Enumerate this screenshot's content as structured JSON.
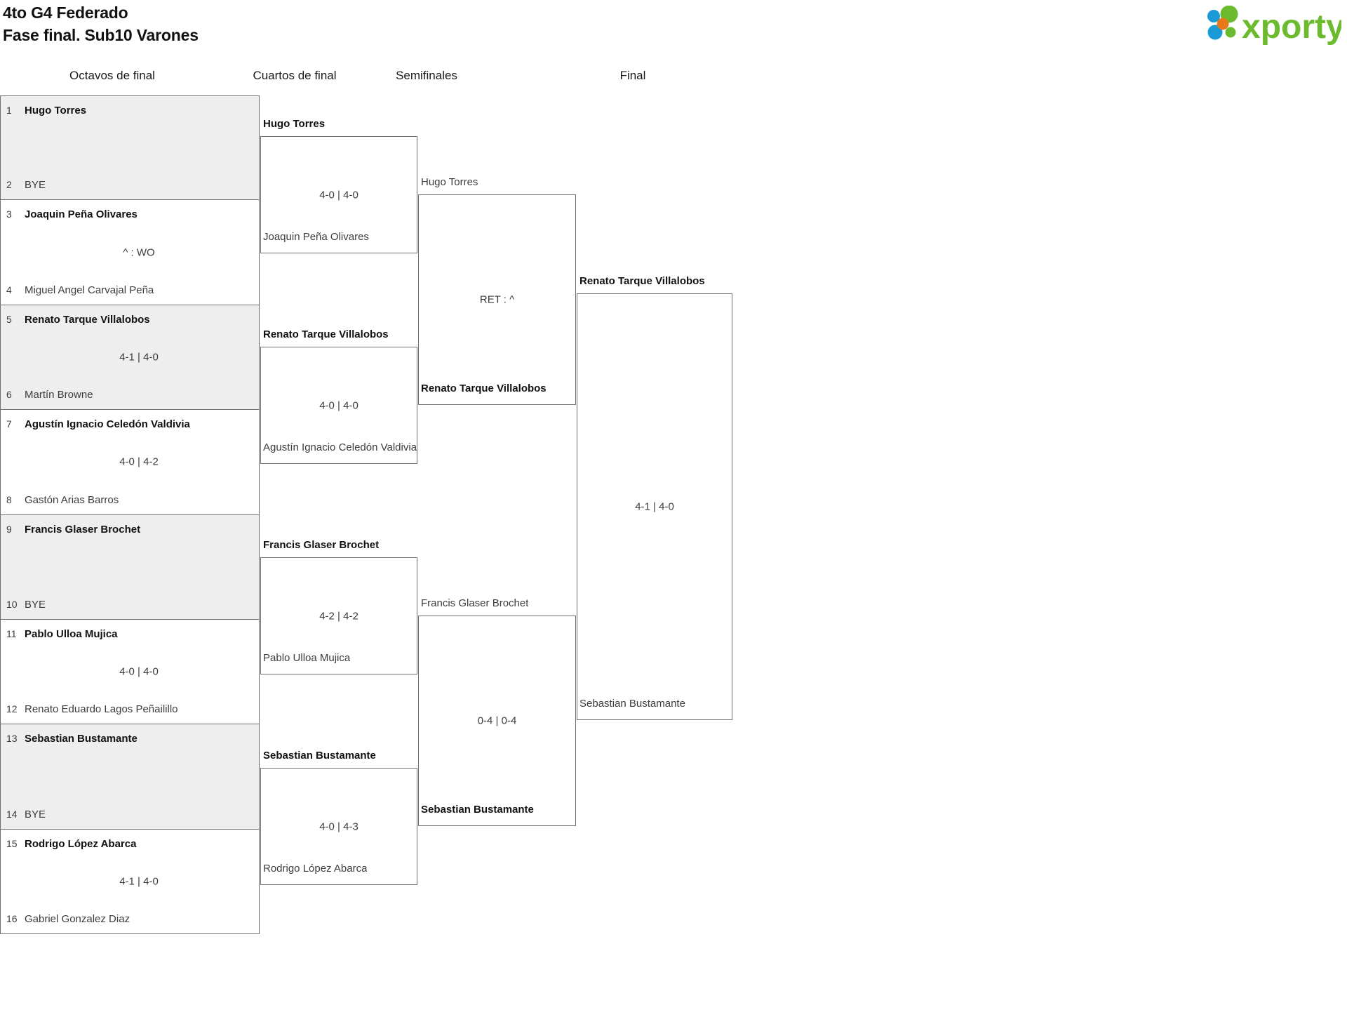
{
  "header": {
    "title_line1": "4to G4 Federado",
    "title_line2": "Fase final. Sub10 Varones",
    "logo_text": "xporty",
    "logo_colors": {
      "green": "#6cbb2e",
      "blue": "#1a9ad7",
      "orange": "#e8791a"
    }
  },
  "rounds": [
    {
      "key": "r16",
      "label": "Octavos de final"
    },
    {
      "key": "qf",
      "label": "Cuartos de final"
    },
    {
      "key": "sf",
      "label": "Semifinales"
    },
    {
      "key": "f",
      "label": "Final"
    }
  ],
  "round_of_16": [
    {
      "shaded": true,
      "top": {
        "seed": "1",
        "name": "Hugo Torres",
        "winner": true
      },
      "bottom": {
        "seed": "2",
        "name": "BYE",
        "winner": false
      },
      "score": ""
    },
    {
      "shaded": false,
      "top": {
        "seed": "3",
        "name": "Joaquin Peña Olivares",
        "winner": true
      },
      "bottom": {
        "seed": "4",
        "name": "Miguel Angel Carvajal Peña",
        "winner": false
      },
      "score": "^ : WO"
    },
    {
      "shaded": true,
      "top": {
        "seed": "5",
        "name": "Renato Tarque Villalobos",
        "winner": true
      },
      "bottom": {
        "seed": "6",
        "name": "Martín Browne",
        "winner": false
      },
      "score": "4-1 | 4-0"
    },
    {
      "shaded": false,
      "top": {
        "seed": "7",
        "name": "Agustín Ignacio Celedón Valdivia",
        "winner": true
      },
      "bottom": {
        "seed": "8",
        "name": "Gastón Arias Barros",
        "winner": false
      },
      "score": "4-0 | 4-2"
    },
    {
      "shaded": true,
      "top": {
        "seed": "9",
        "name": "Francis Glaser Brochet",
        "winner": true
      },
      "bottom": {
        "seed": "10",
        "name": "BYE",
        "winner": false
      },
      "score": ""
    },
    {
      "shaded": false,
      "top": {
        "seed": "11",
        "name": "Pablo Ulloa Mujica",
        "winner": true
      },
      "bottom": {
        "seed": "12",
        "name": "Renato Eduardo Lagos Peñailillo",
        "winner": false
      },
      "score": "4-0 | 4-0"
    },
    {
      "shaded": true,
      "top": {
        "seed": "13",
        "name": "Sebastian Bustamante",
        "winner": true
      },
      "bottom": {
        "seed": "14",
        "name": "BYE",
        "winner": false
      },
      "score": ""
    },
    {
      "shaded": false,
      "top": {
        "seed": "15",
        "name": "Rodrigo López Abarca",
        "winner": true
      },
      "bottom": {
        "seed": "16",
        "name": "Gabriel Gonzalez Diaz",
        "winner": false
      },
      "score": "4-1 | 4-0"
    }
  ],
  "quarterfinals": [
    {
      "top": {
        "name": "Hugo Torres",
        "winner": true
      },
      "bottom": {
        "name": "Joaquin Peña Olivares",
        "winner": false
      },
      "score": "4-0 | 4-0"
    },
    {
      "top": {
        "name": "Renato Tarque Villalobos",
        "winner": true
      },
      "bottom": {
        "name": "Agustín Ignacio Celedón Valdivia",
        "winner": false
      },
      "score": "4-0 | 4-0"
    },
    {
      "top": {
        "name": "Francis Glaser Brochet",
        "winner": true
      },
      "bottom": {
        "name": "Pablo Ulloa Mujica",
        "winner": false
      },
      "score": "4-2 | 4-2"
    },
    {
      "top": {
        "name": "Sebastian Bustamante",
        "winner": true
      },
      "bottom": {
        "name": "Rodrigo López Abarca",
        "winner": false
      },
      "score": "4-0 | 4-3"
    }
  ],
  "semifinals": [
    {
      "top": {
        "name": "Hugo Torres",
        "winner": false
      },
      "bottom": {
        "name": "Renato Tarque Villalobos",
        "winner": true
      },
      "score": "RET : ^"
    },
    {
      "top": {
        "name": "Francis Glaser Brochet",
        "winner": false
      },
      "bottom": {
        "name": "Sebastian Bustamante",
        "winner": true
      },
      "score": "0-4 | 0-4"
    }
  ],
  "final": [
    {
      "top": {
        "name": "Renato Tarque Villalobos",
        "winner": true
      },
      "bottom": {
        "name": "Sebastian Bustamante",
        "winner": false
      },
      "score": "4-1 | 4-0"
    }
  ]
}
